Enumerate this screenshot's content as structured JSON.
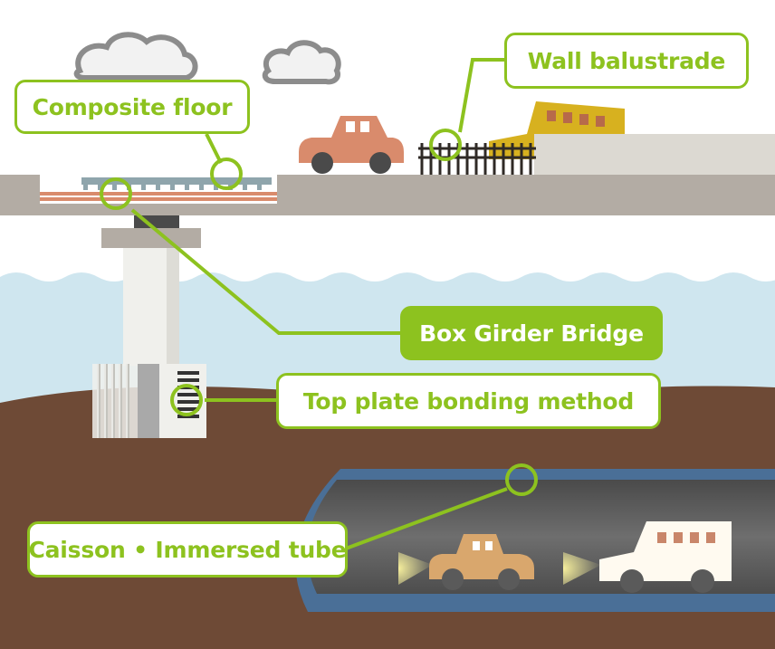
{
  "labels": {
    "composite_floor": "Composite floor",
    "wall_balustrade": "Wall balustrade",
    "box_girder_bridge": "Box Girder Bridge",
    "top_plate_bonding_method": "Top plate bonding method",
    "caisson_immersed_tube": "Caisson • Immersed tube"
  },
  "colors": {
    "accent": "#8dc21f",
    "sky": "#ffffff",
    "water": "#cfe6ef",
    "ground": "#6e4a36",
    "road_deck": "#b3aca4",
    "tunnel_shell": "#4a6f97",
    "tunnel_interior": "#5c5c5c",
    "car_salmon": "#d98b6c",
    "bus_yellow": "#d7b11f",
    "car_tan": "#d9a76d",
    "bus_white": "#fffaf0"
  }
}
